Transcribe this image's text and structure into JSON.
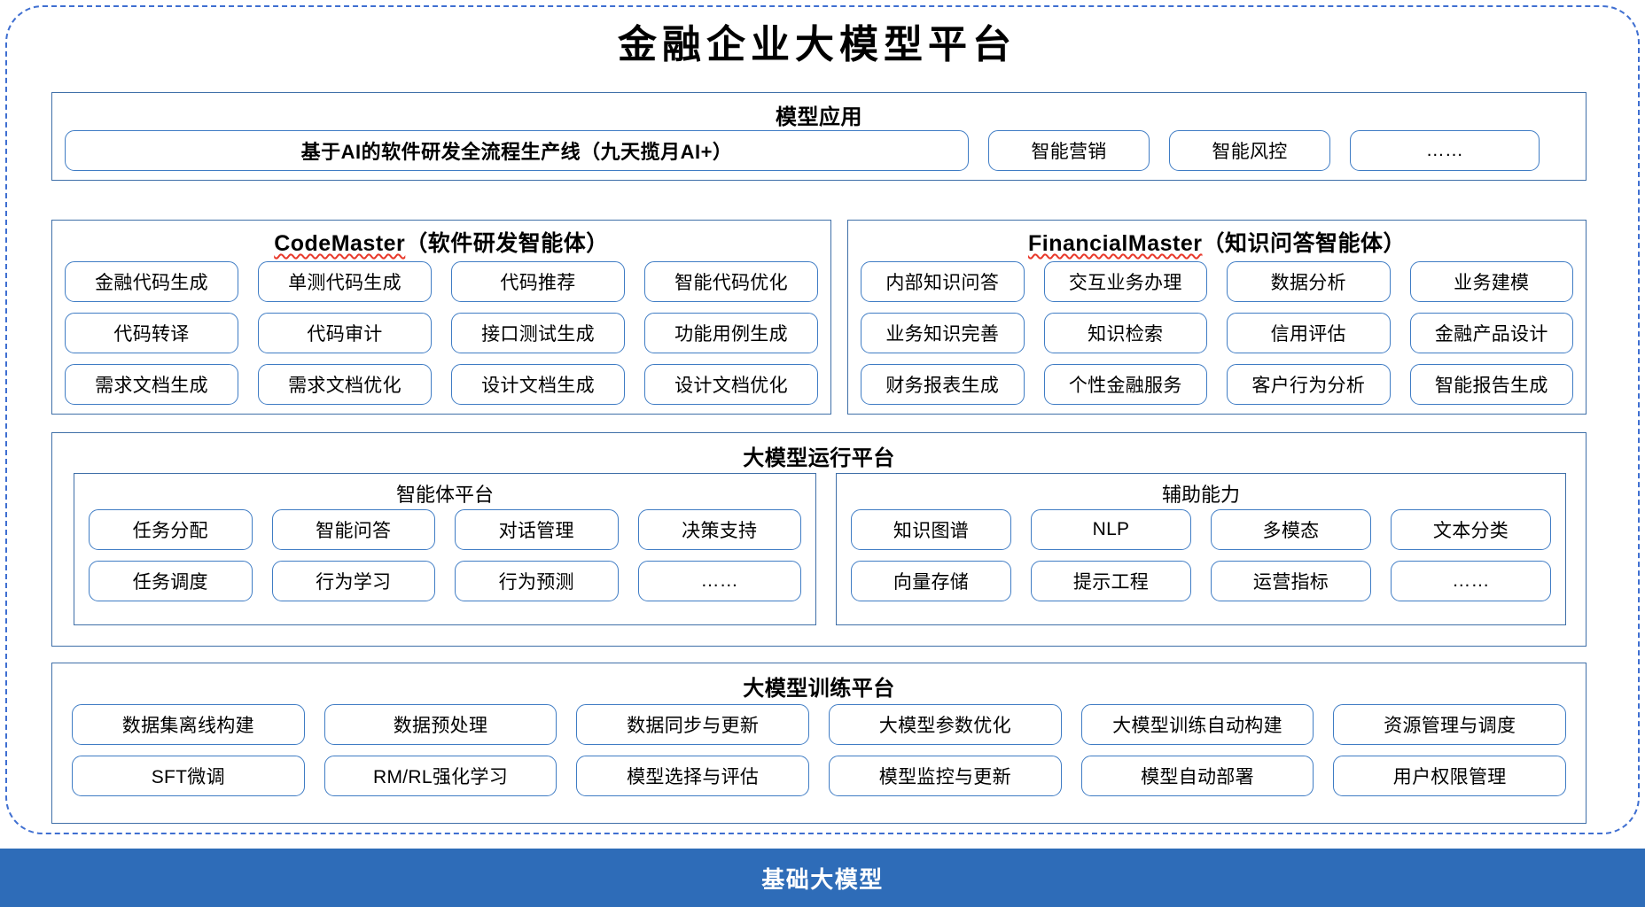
{
  "page": {
    "title": "金融企业大模型平台",
    "accent_blue": "#2E6CB8",
    "border_blue": "#3F7CC4",
    "frame_dash_blue": "#3F6FD1",
    "spellcheck_red": "#E8392B"
  },
  "application_layer": {
    "title": "模型应用",
    "items": [
      "基于AI的软件研发全流程生产线（九天揽月AI+）",
      "智能营销",
      "智能风控",
      "……"
    ]
  },
  "agents": {
    "code_master": {
      "name_en": "CodeMaster",
      "name_cn": "（软件研发智能体）",
      "rows": [
        [
          "金融代码生成",
          "单测代码生成",
          "代码推荐",
          "智能代码优化"
        ],
        [
          "代码转译",
          "代码审计",
          "接口测试生成",
          "功能用例生成"
        ],
        [
          "需求文档生成",
          "需求文档优化",
          "设计文档生成",
          "设计文档优化"
        ]
      ]
    },
    "financial_master": {
      "name_en": "FinancialMaster",
      "name_cn": "（知识问答智能体）",
      "rows": [
        [
          "内部知识问答",
          "交互业务办理",
          "数据分析",
          "业务建模"
        ],
        [
          "业务知识完善",
          "知识检索",
          "信用评估",
          "金融产品设计"
        ],
        [
          "财务报表生成",
          "个性金融服务",
          "客户行为分析",
          "智能报告生成"
        ]
      ]
    }
  },
  "runtime_platform": {
    "title": "大模型运行平台",
    "agent_platform": {
      "title": "智能体平台",
      "rows": [
        [
          "任务分配",
          "智能问答",
          "对话管理",
          "决策支持"
        ],
        [
          "任务调度",
          "行为学习",
          "行为预测",
          "……"
        ]
      ]
    },
    "auxiliary": {
      "title": "辅助能力",
      "rows": [
        [
          "知识图谱",
          "NLP",
          "多模态",
          "文本分类"
        ],
        [
          "向量存储",
          "提示工程",
          "运营指标",
          "……"
        ]
      ]
    }
  },
  "training_platform": {
    "title": "大模型训练平台",
    "rows": [
      [
        "数据集离线构建",
        "数据预处理",
        "数据同步与更新",
        "大模型参数优化",
        "大模型训练自动构建",
        "资源管理与调度"
      ],
      [
        "SFT微调",
        "RM/RL强化学习",
        "模型选择与评估",
        "模型监控与更新",
        "模型自动部署",
        "用户权限管理"
      ]
    ]
  },
  "base_layer": {
    "label": "基础大模型"
  }
}
